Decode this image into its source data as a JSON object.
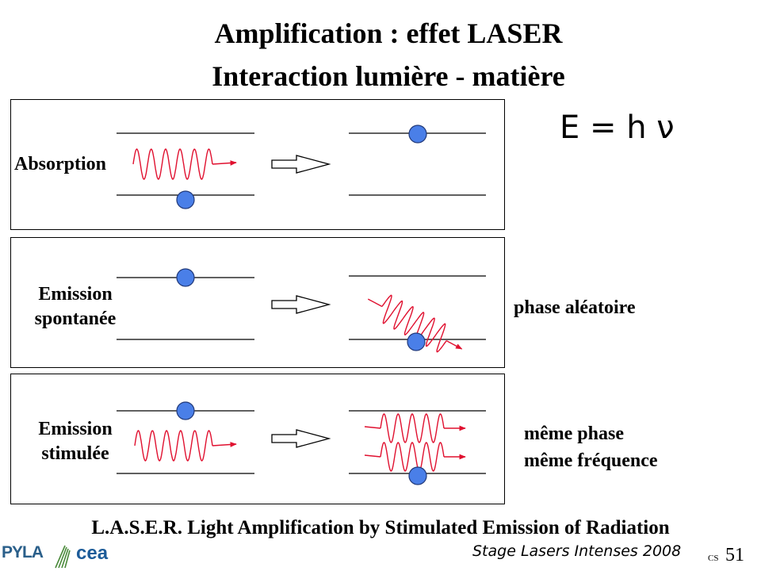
{
  "title": {
    "line1": "Amplification : effet LASER",
    "line2": "Interaction lumière - matière"
  },
  "formula": "E = h ν",
  "panels": {
    "absorption": {
      "label": "Absorption",
      "note": ""
    },
    "spontaneous": {
      "label_line1": "Emission",
      "label_line2": "spontanée",
      "note": "phase aléatoire"
    },
    "stimulated": {
      "label_line1": "Emission",
      "label_line2": "stimulée",
      "note_line1": "même phase",
      "note_line2": "même fréquence"
    }
  },
  "footer": {
    "acronym": "L.A.S.E.R. Light Amplification by Stimulated Emission of Radiation",
    "event": "Stage Lasers Intenses 2008",
    "author": "CS",
    "page": "51",
    "logos": {
      "pyla": "PYLA",
      "cea": "cea"
    }
  },
  "colors": {
    "wave": "#e0102f",
    "electron": "#4a7fe8",
    "electron_stroke": "#223a7a",
    "pyla": "#2a5f8a",
    "cea": "#1d5c99"
  }
}
